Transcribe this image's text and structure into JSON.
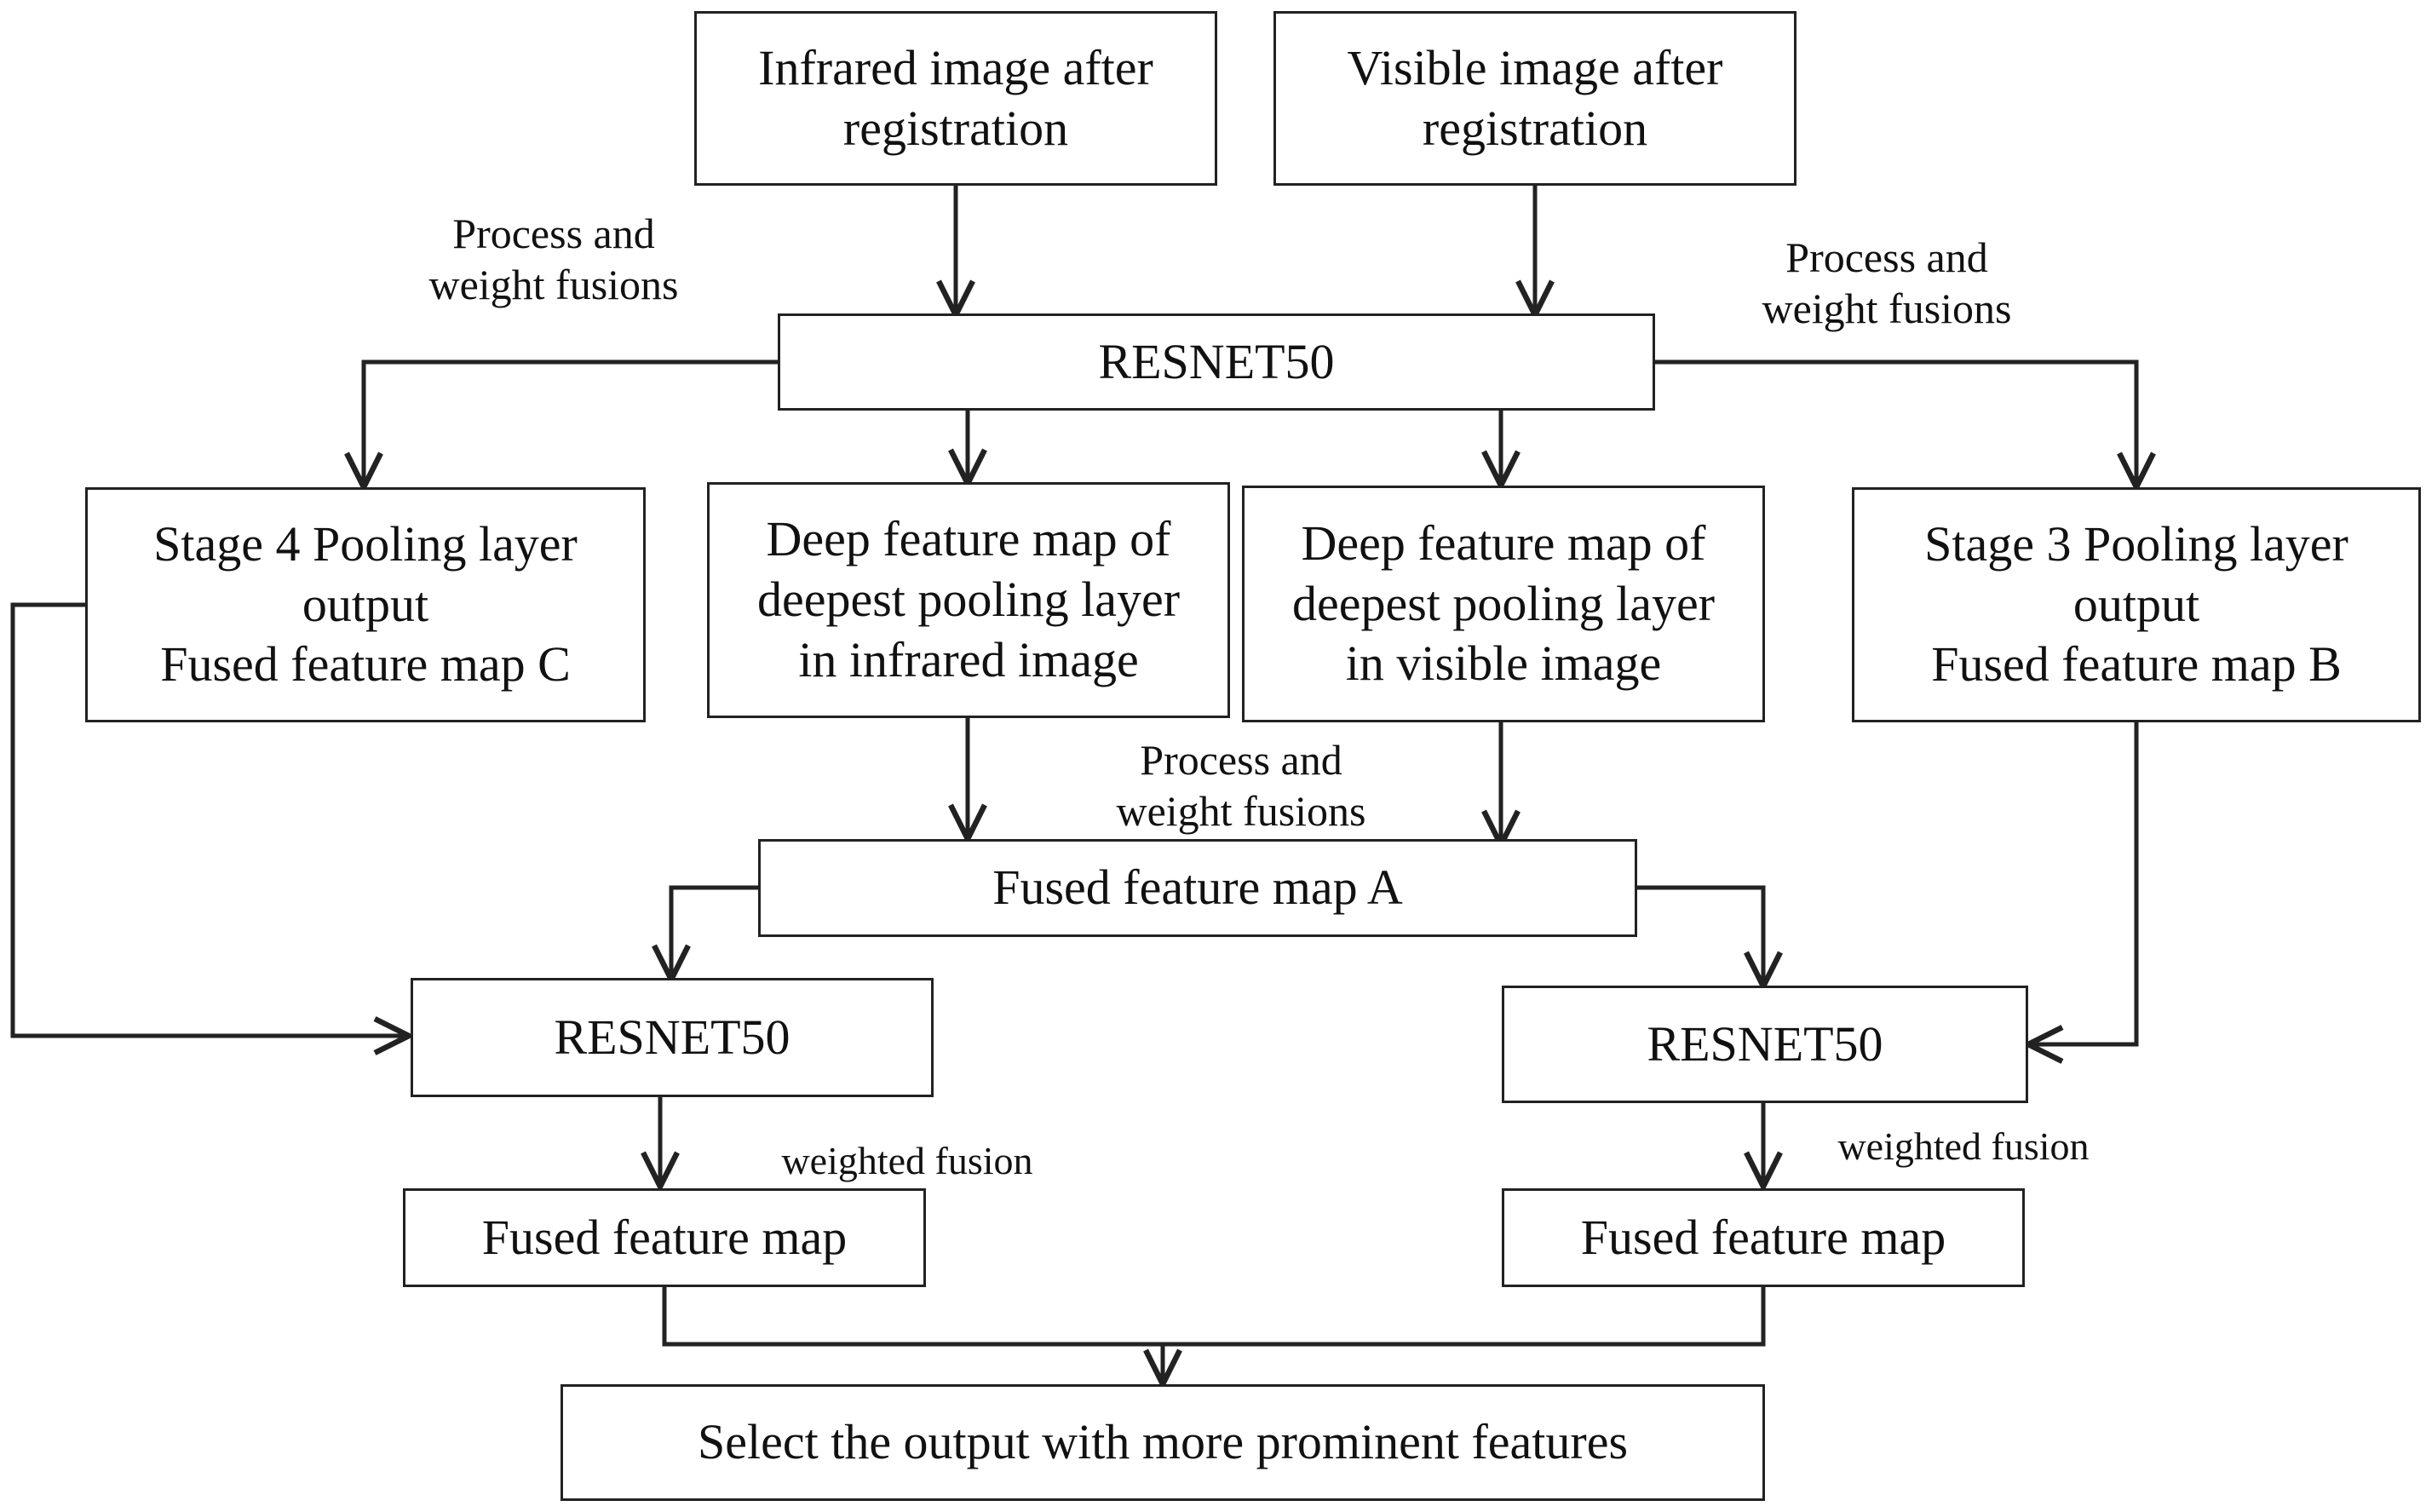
{
  "nodes": {
    "infrared_input": {
      "lines": [
        "Infrared image after",
        "registration"
      ]
    },
    "visible_input": {
      "lines": [
        "Visible image after",
        "registration"
      ]
    },
    "resnet_top": {
      "lines": [
        "RESNET50"
      ]
    },
    "stage4": {
      "lines": [
        "Stage 4 Pooling  layer",
        "output",
        "Fused  feature map C"
      ]
    },
    "deep_infrared": {
      "lines": [
        "Deep feature map of",
        "deepest pooling layer",
        "in infrared image"
      ]
    },
    "deep_visible": {
      "lines": [
        "Deep feature map of",
        "deepest pooling layer",
        "in visible image"
      ]
    },
    "stage3": {
      "lines": [
        "Stage 3 Pooling layer",
        "output",
        "Fused feature map B"
      ]
    },
    "fused_a": {
      "lines": [
        "Fused  feature map  A"
      ]
    },
    "resnet_left": {
      "lines": [
        "RESNET50"
      ]
    },
    "resnet_right": {
      "lines": [
        "RESNET50"
      ]
    },
    "fused_left": {
      "lines": [
        "Fused feature map"
      ]
    },
    "fused_right": {
      "lines": [
        "Fused feature map"
      ]
    },
    "select_output": {
      "lines": [
        "Select the output with more prominent features"
      ]
    }
  },
  "labels": {
    "fusion_top_left": {
      "lines": [
        "Process and",
        "weight fusions"
      ]
    },
    "fusion_top_right": {
      "lines": [
        "Process and",
        "weight fusions"
      ]
    },
    "fusion_middle": {
      "lines": [
        "Process and",
        "weight fusions"
      ]
    },
    "weighted_left": {
      "lines": [
        "weighted fusion"
      ]
    },
    "weighted_right": {
      "lines": [
        "weighted fusion"
      ]
    }
  },
  "colors": {
    "line": "#222222",
    "text": "#111111",
    "background": "#ffffff"
  }
}
